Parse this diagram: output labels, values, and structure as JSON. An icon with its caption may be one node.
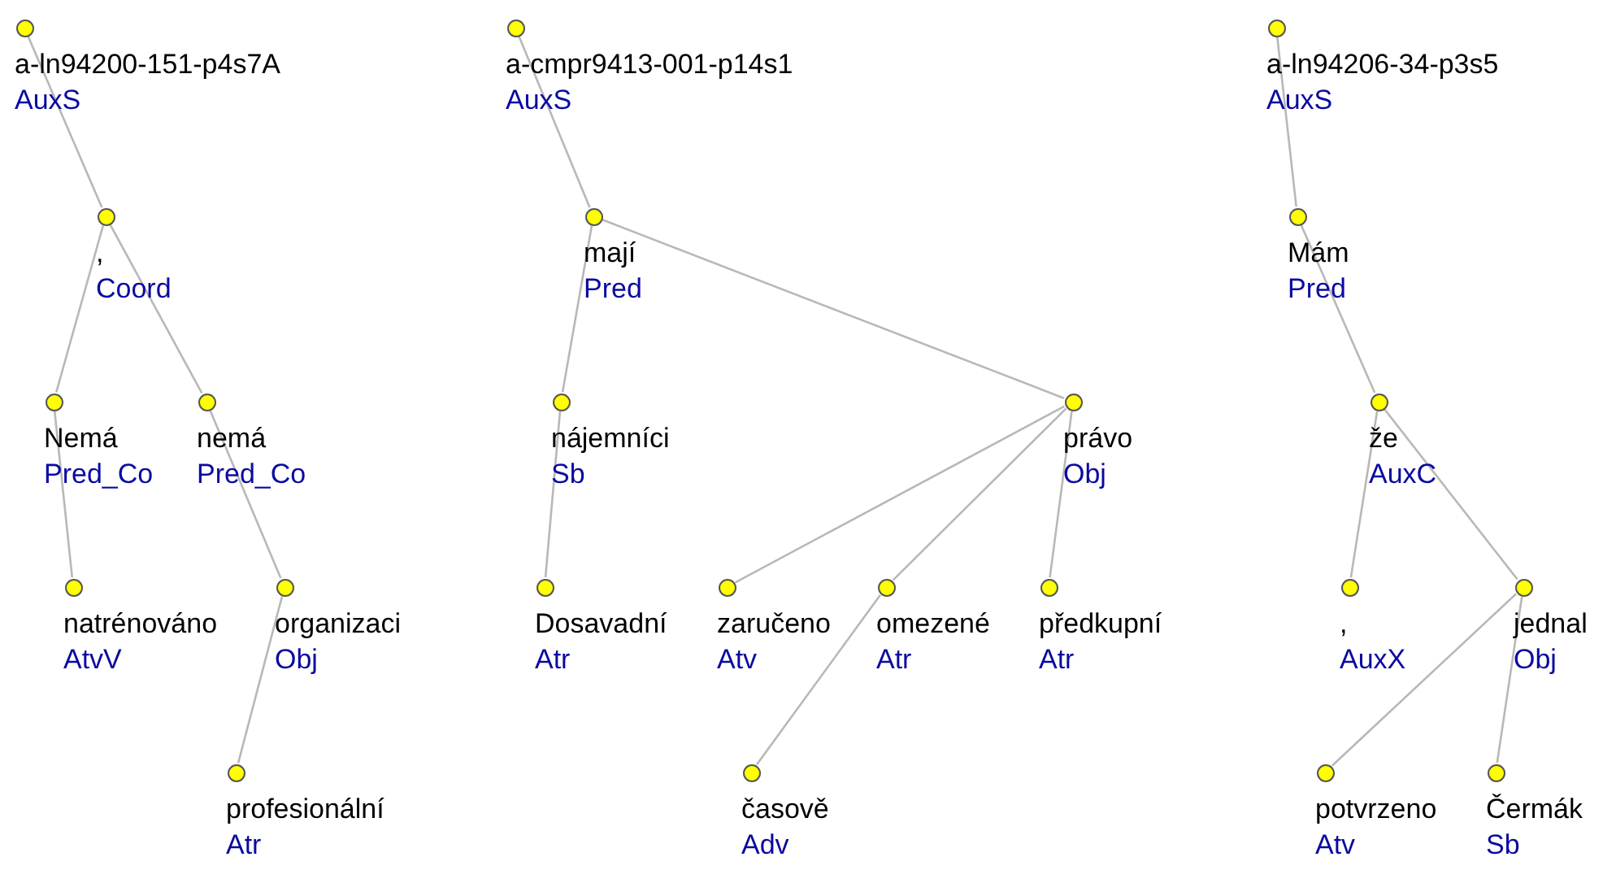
{
  "diagram": {
    "nodes": [
      {
        "text": [],
        "shape": "circle",
        "beside": [
          "a-ln94200-151-p4s7A",
          "AuxS"
        ]
      },
      {
        "text": [],
        "shape": "circle",
        "beside": [
          ",",
          "Coord"
        ]
      },
      {
        "text": [],
        "shape": "circle",
        "beside": [
          "Nemá",
          "Pred_Co"
        ]
      },
      {
        "text": [],
        "shape": "circle",
        "beside": [
          "nemá",
          "Pred_Co"
        ]
      },
      {
        "text": [],
        "shape": "circle",
        "beside": [
          "natrénováno",
          "AtvV"
        ]
      },
      {
        "text": [],
        "shape": "circle",
        "beside": [
          "organizaci",
          "Obj"
        ]
      },
      {
        "text": [],
        "shape": "circle",
        "beside": [
          "profesionální",
          "Atr"
        ]
      },
      {
        "text": [],
        "shape": "circle",
        "beside": [
          "a-cmpr9413-001-p14s1",
          "AuxS"
        ]
      },
      {
        "text": [],
        "shape": "circle",
        "beside": [
          "mají",
          "Pred"
        ]
      },
      {
        "text": [],
        "shape": "circle",
        "beside": [
          "nájemníci",
          "Sb"
        ]
      },
      {
        "text": [],
        "shape": "circle",
        "beside": [
          "právo",
          "Obj"
        ]
      },
      {
        "text": [],
        "shape": "circle",
        "beside": [
          "Dosavadní",
          "Atr"
        ]
      },
      {
        "text": [],
        "shape": "circle",
        "beside": [
          "zaručeno",
          "Atv"
        ]
      },
      {
        "text": [],
        "shape": "circle",
        "beside": [
          "omezené",
          "Atr"
        ]
      },
      {
        "text": [],
        "shape": "circle",
        "beside": [
          "předkupní",
          "Atr"
        ]
      },
      {
        "text": [],
        "shape": "circle",
        "beside": [
          "časově",
          "Adv"
        ]
      },
      {
        "text": [],
        "shape": "circle",
        "beside": [
          "a-ln94206-34-p3s5",
          "AuxS"
        ]
      },
      {
        "text": [],
        "shape": "circle",
        "beside": [
          "Mám",
          "Pred"
        ]
      },
      {
        "text": [],
        "shape": "circle",
        "beside": [
          "že",
          "AuxC"
        ]
      },
      {
        "text": [],
        "shape": "circle",
        "beside": [
          ",",
          "AuxX"
        ]
      },
      {
        "text": [],
        "shape": "circle",
        "beside": [
          "jednal",
          "Obj"
        ]
      },
      {
        "text": [],
        "shape": "circle",
        "beside": [
          "potvrzeno",
          "Atv"
        ]
      },
      {
        "text": [],
        "shape": "circle",
        "beside": [
          "Čermák",
          "Sb"
        ]
      }
    ],
    "edges": [
      {
        "from": 0,
        "to": 1,
        "arrow": "none"
      },
      {
        "from": 1,
        "to": 2,
        "arrow": "none"
      },
      {
        "from": 1,
        "to": 3,
        "arrow": "none"
      },
      {
        "from": 2,
        "to": 4,
        "arrow": "none"
      },
      {
        "from": 3,
        "to": 5,
        "arrow": "none"
      },
      {
        "from": 5,
        "to": 6,
        "arrow": "none"
      },
      {
        "from": 7,
        "to": 8,
        "arrow": "none"
      },
      {
        "from": 8,
        "to": 9,
        "arrow": "none"
      },
      {
        "from": 8,
        "to": 10,
        "arrow": "none"
      },
      {
        "from": 9,
        "to": 11,
        "arrow": "none"
      },
      {
        "from": 10,
        "to": 12,
        "arrow": "none"
      },
      {
        "from": 10,
        "to": 13,
        "arrow": "none"
      },
      {
        "from": 10,
        "to": 14,
        "arrow": "none"
      },
      {
        "from": 13,
        "to": 15,
        "arrow": "none"
      },
      {
        "from": 16,
        "to": 17,
        "arrow": "none"
      },
      {
        "from": 17,
        "to": 18,
        "arrow": "none"
      },
      {
        "from": 18,
        "to": 19,
        "arrow": "none"
      },
      {
        "from": 18,
        "to": 20,
        "arrow": "none"
      },
      {
        "from": 20,
        "to": 21,
        "arrow": "none"
      },
      {
        "from": 20,
        "to": 22,
        "arrow": "none"
      }
    ]
  }
}
